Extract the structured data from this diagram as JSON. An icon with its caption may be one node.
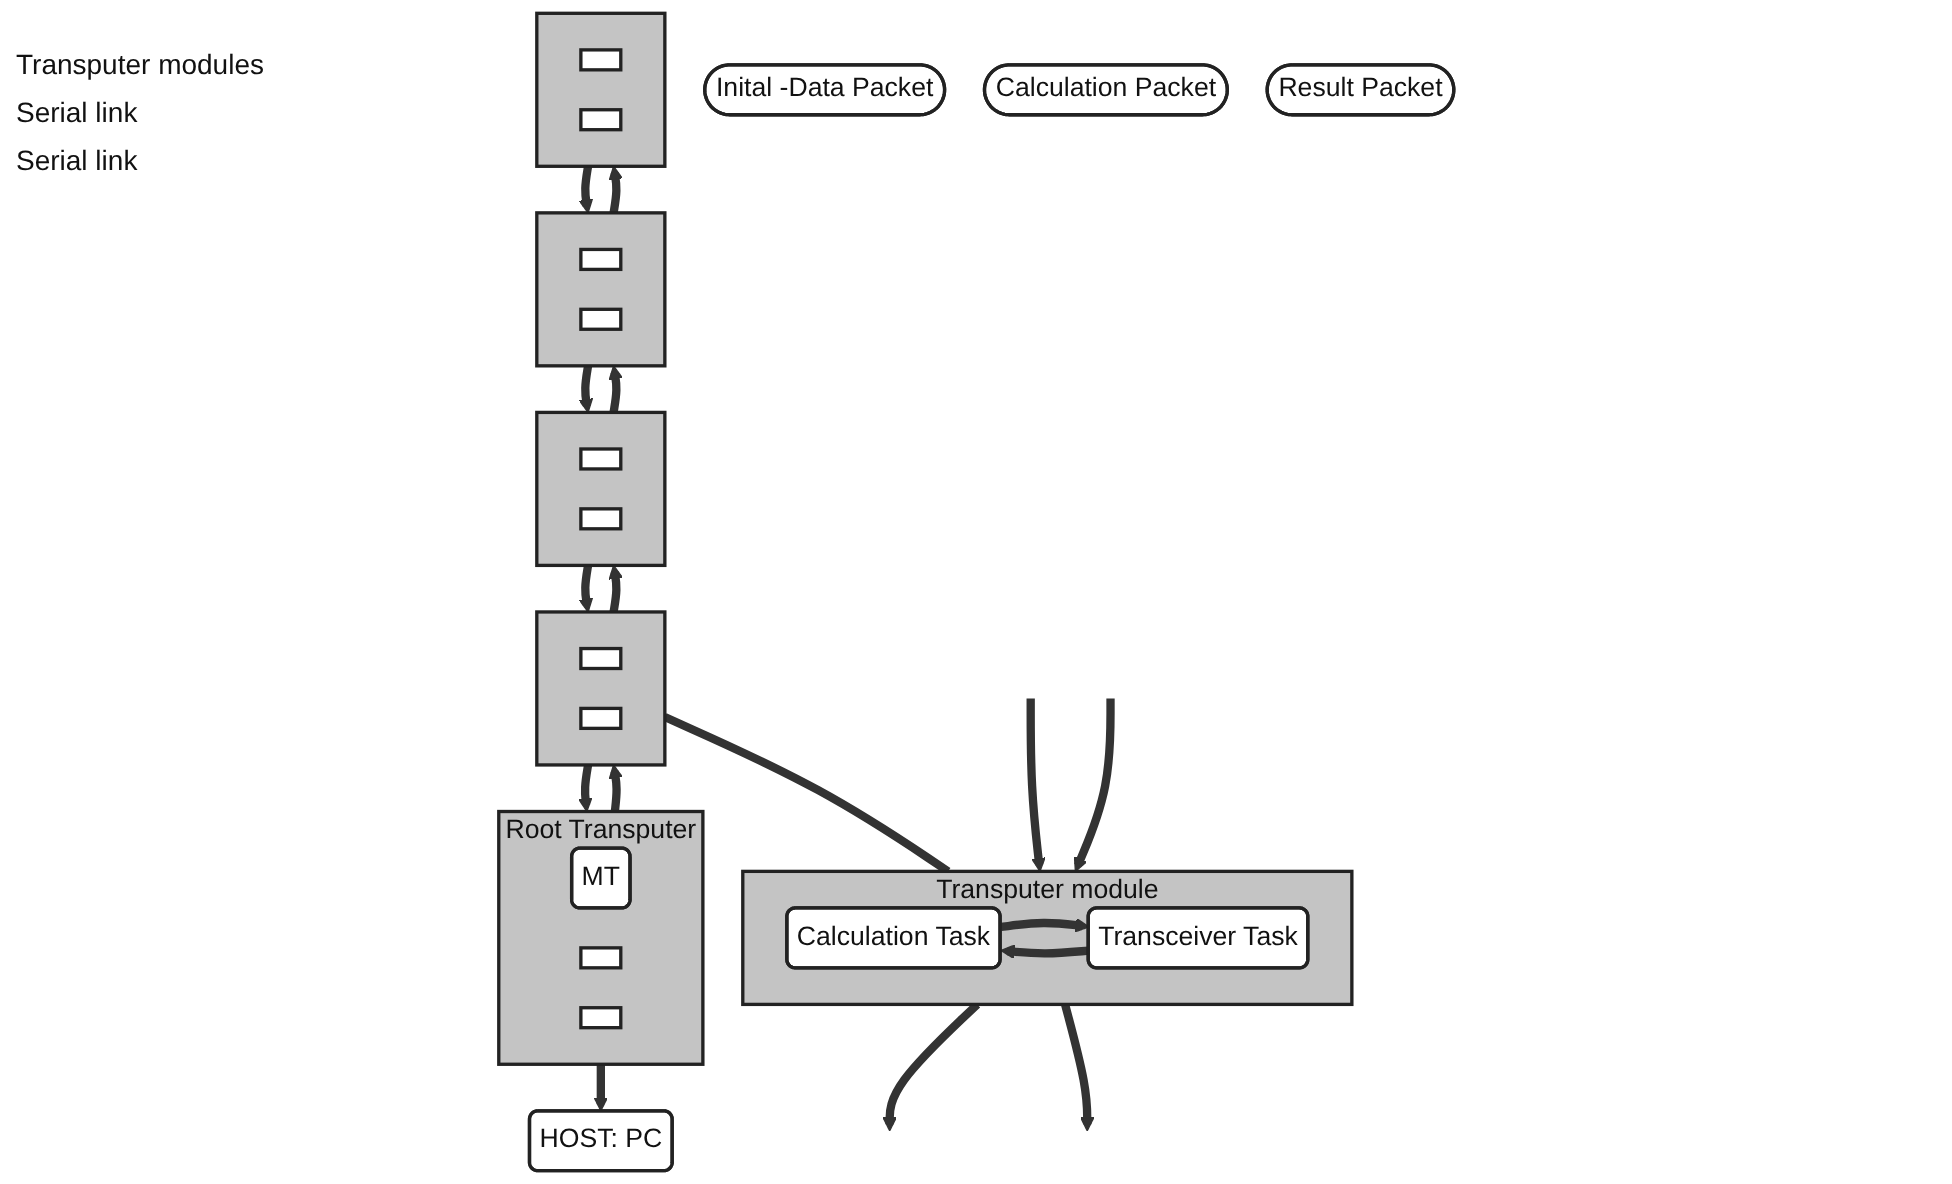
{
  "diagram": {
    "nodes": [
      {
        "text": [
          "Root Transputer"
        ]
      },
      {
        "text": [
          "MT"
        ],
        "in": 0
      },
      {
        "text": [],
        "shape": "box",
        "in": 0
      },
      {
        "text": [],
        "shape": "box",
        "in": 0
      },
      {
        "text": [
          "HOST: PC"
        ]
      },
      {
        "text": [],
        "shape": "box"
      },
      {
        "text": [],
        "shape": "box",
        "in": 5
      },
      {
        "text": [],
        "shape": "box",
        "in": 5
      },
      {
        "text": [],
        "shape": "box"
      },
      {
        "text": [],
        "shape": "box",
        "in": 8
      },
      {
        "text": [],
        "shape": "box",
        "in": 8
      },
      {
        "text": [],
        "shape": "box"
      },
      {
        "text": [],
        "shape": "box",
        "in": 11
      },
      {
        "text": [],
        "shape": "box",
        "in": 11
      },
      {
        "text": [],
        "shape": "box"
      },
      {
        "text": [],
        "shape": "box",
        "in": 14
      },
      {
        "text": [],
        "shape": "box",
        "in": 14
      },
      {
        "text": [
          "Transputer module"
        ]
      },
      {
        "text": [
          "Calculation Task"
        ],
        "in": 17
      },
      {
        "text": [
          "Transceiver Task"
        ],
        "in": 17
      },
      {
        "text": [
          "Inital -Data Packet"
        ]
      },
      {
        "text": [
          "Calculation Packet"
        ]
      },
      {
        "text": [
          "Result Packet"
        ]
      }
    ],
    "edges": [
      {
        "from": 0,
        "to": 4,
        "arrow": "to"
      },
      {
        "from": 0,
        "to": 5,
        "arrow": "to"
      },
      {
        "from": 5,
        "to": 0,
        "arrow": "to"
      },
      {
        "from": 5,
        "to": 8,
        "arrow": "to"
      },
      {
        "from": 8,
        "to": 5,
        "arrow": "to"
      },
      {
        "from": 8,
        "to": 11,
        "arrow": "to"
      },
      {
        "from": 11,
        "to": 8,
        "arrow": "to"
      },
      {
        "from": 11,
        "to": 14,
        "arrow": "to"
      },
      {
        "from": 14,
        "to": 11,
        "arrow": "to"
      },
      {
        "from": 5,
        "to": 17,
        "arrow": "none"
      },
      {
        "from": 18,
        "to": 19,
        "arrow": "to"
      },
      {
        "from": 19,
        "to": 18,
        "arrow": "to"
      },
      {
        "from": 17,
        "to": null,
        "arrow": "to"
      },
      {
        "from": null,
        "to": 17,
        "arrow": "to"
      },
      {
        "from": null,
        "to": 17,
        "arrow": "to"
      },
      {
        "from": 17,
        "to": null,
        "arrow": "to"
      }
    ],
    "labels": [
      "Transputer modules",
      "Serial link",
      "Serial link"
    ]
  }
}
